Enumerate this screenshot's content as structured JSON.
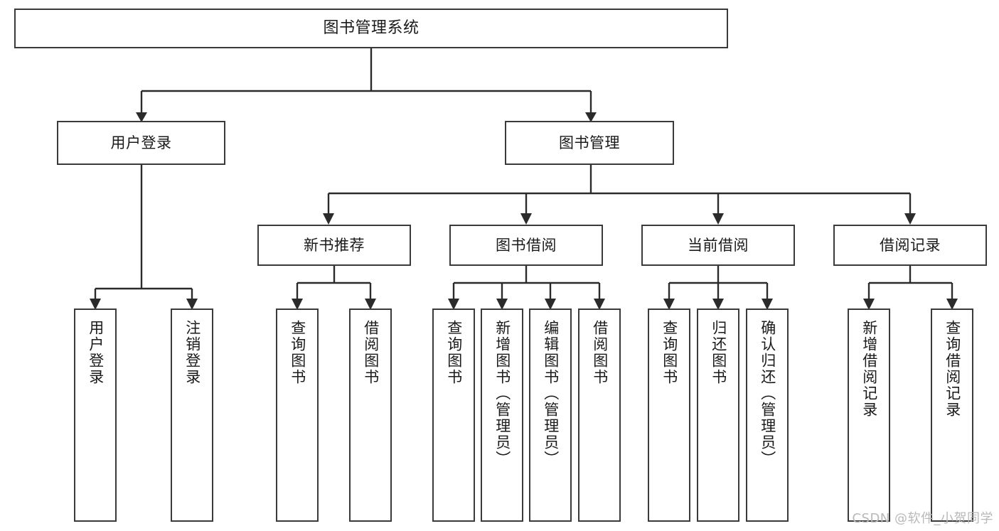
{
  "diagram": {
    "title": "图书管理系统",
    "type": "tree",
    "orientation": "top-down",
    "colors": {
      "box_border": "#3a3a3a",
      "edge": "#2b2b2b",
      "box_fill": "#ffffff",
      "text": "#1a1a1a",
      "watermark": "#b9b9b9",
      "canvas": "#ffffff"
    },
    "root": {
      "label": "图书管理系统"
    },
    "level1": [
      {
        "label": "用户登录"
      },
      {
        "label": "图书管理"
      }
    ],
    "level2": [
      {
        "label": "新书推荐"
      },
      {
        "label": "图书借阅"
      },
      {
        "label": "当前借阅"
      },
      {
        "label": "借阅记录"
      }
    ],
    "leaves": {
      "user_login": [
        {
          "label": "用户登录"
        },
        {
          "label": "注销登录"
        }
      ],
      "new_book_recommend": [
        {
          "label": "查询图书"
        },
        {
          "label": "借阅图书"
        }
      ],
      "book_borrow": [
        {
          "label": "查询图书"
        },
        {
          "label": "新增图书（管理员）"
        },
        {
          "label": "编辑图书（管理员）"
        },
        {
          "label": "借阅图书"
        }
      ],
      "current_borrow": [
        {
          "label": "查询图书"
        },
        {
          "label": "归还图书"
        },
        {
          "label": "确认归还（管理员）"
        }
      ],
      "borrow_record": [
        {
          "label": "新增借阅记录"
        },
        {
          "label": "查询借阅记录"
        }
      ]
    }
  },
  "watermark": {
    "text": "CSDN @软件_小贺同学"
  }
}
